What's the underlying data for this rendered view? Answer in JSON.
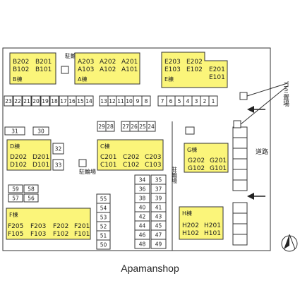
{
  "caption": "Apamanshop",
  "colors": {
    "building": "#fbf57a",
    "line": "#333333"
  },
  "buildings": [
    {
      "id": "B",
      "name": "B棟",
      "units": [
        "B202",
        "B201",
        "B102",
        "B101"
      ]
    },
    {
      "id": "A",
      "name": "A棟",
      "units": [
        "A203",
        "A202",
        "A201",
        "A103",
        "A102",
        "A101"
      ]
    },
    {
      "id": "E",
      "name": "E棟",
      "units": [
        "E203",
        "E202",
        "E103",
        "E102",
        "E201",
        "E101"
      ]
    },
    {
      "id": "D",
      "name": "D棟",
      "units": [
        "D202",
        "D201",
        "D102",
        "D101"
      ]
    },
    {
      "id": "C",
      "name": "C棟",
      "units": [
        "C201",
        "C202",
        "C203",
        "C101",
        "C102",
        "C103"
      ]
    },
    {
      "id": "G",
      "name": "G棟",
      "units": [
        "G202",
        "G201",
        "G102",
        "G101"
      ]
    },
    {
      "id": "F",
      "name": "F棟",
      "units": [
        "F205",
        "F203",
        "F202",
        "F201",
        "F105",
        "F103",
        "F102",
        "F101"
      ]
    },
    {
      "id": "H",
      "name": "H棟",
      "units": [
        "H202",
        "H201",
        "H102",
        "H101"
      ]
    }
  ],
  "labels": {
    "bike1": "駐輪場",
    "bike2": "駐輪場",
    "bike3": "駐輪場",
    "road": "道路",
    "garbage": "ゴミ置場"
  },
  "parking": {
    "row_top": [
      "23",
      "22",
      "21",
      "20",
      "19",
      "18",
      "17",
      "16",
      "15",
      "14",
      "13",
      "12",
      "11",
      "10",
      "9",
      "8",
      "7",
      "6",
      "5",
      "4",
      "3",
      "2",
      "1"
    ],
    "mid": [
      "31",
      "30",
      "32",
      "33",
      "29",
      "28",
      "27",
      "26",
      "25",
      "24"
    ],
    "left": [
      "59",
      "58",
      "57",
      "56"
    ],
    "col55": [
      "55",
      "54",
      "53",
      "52",
      "51",
      "50"
    ],
    "col34": [
      "34",
      "36",
      "38",
      "40",
      "42",
      "44",
      "46",
      "48"
    ],
    "col35": [
      "35",
      "37",
      "39",
      "41",
      "43",
      "45",
      "47",
      "49"
    ]
  }
}
